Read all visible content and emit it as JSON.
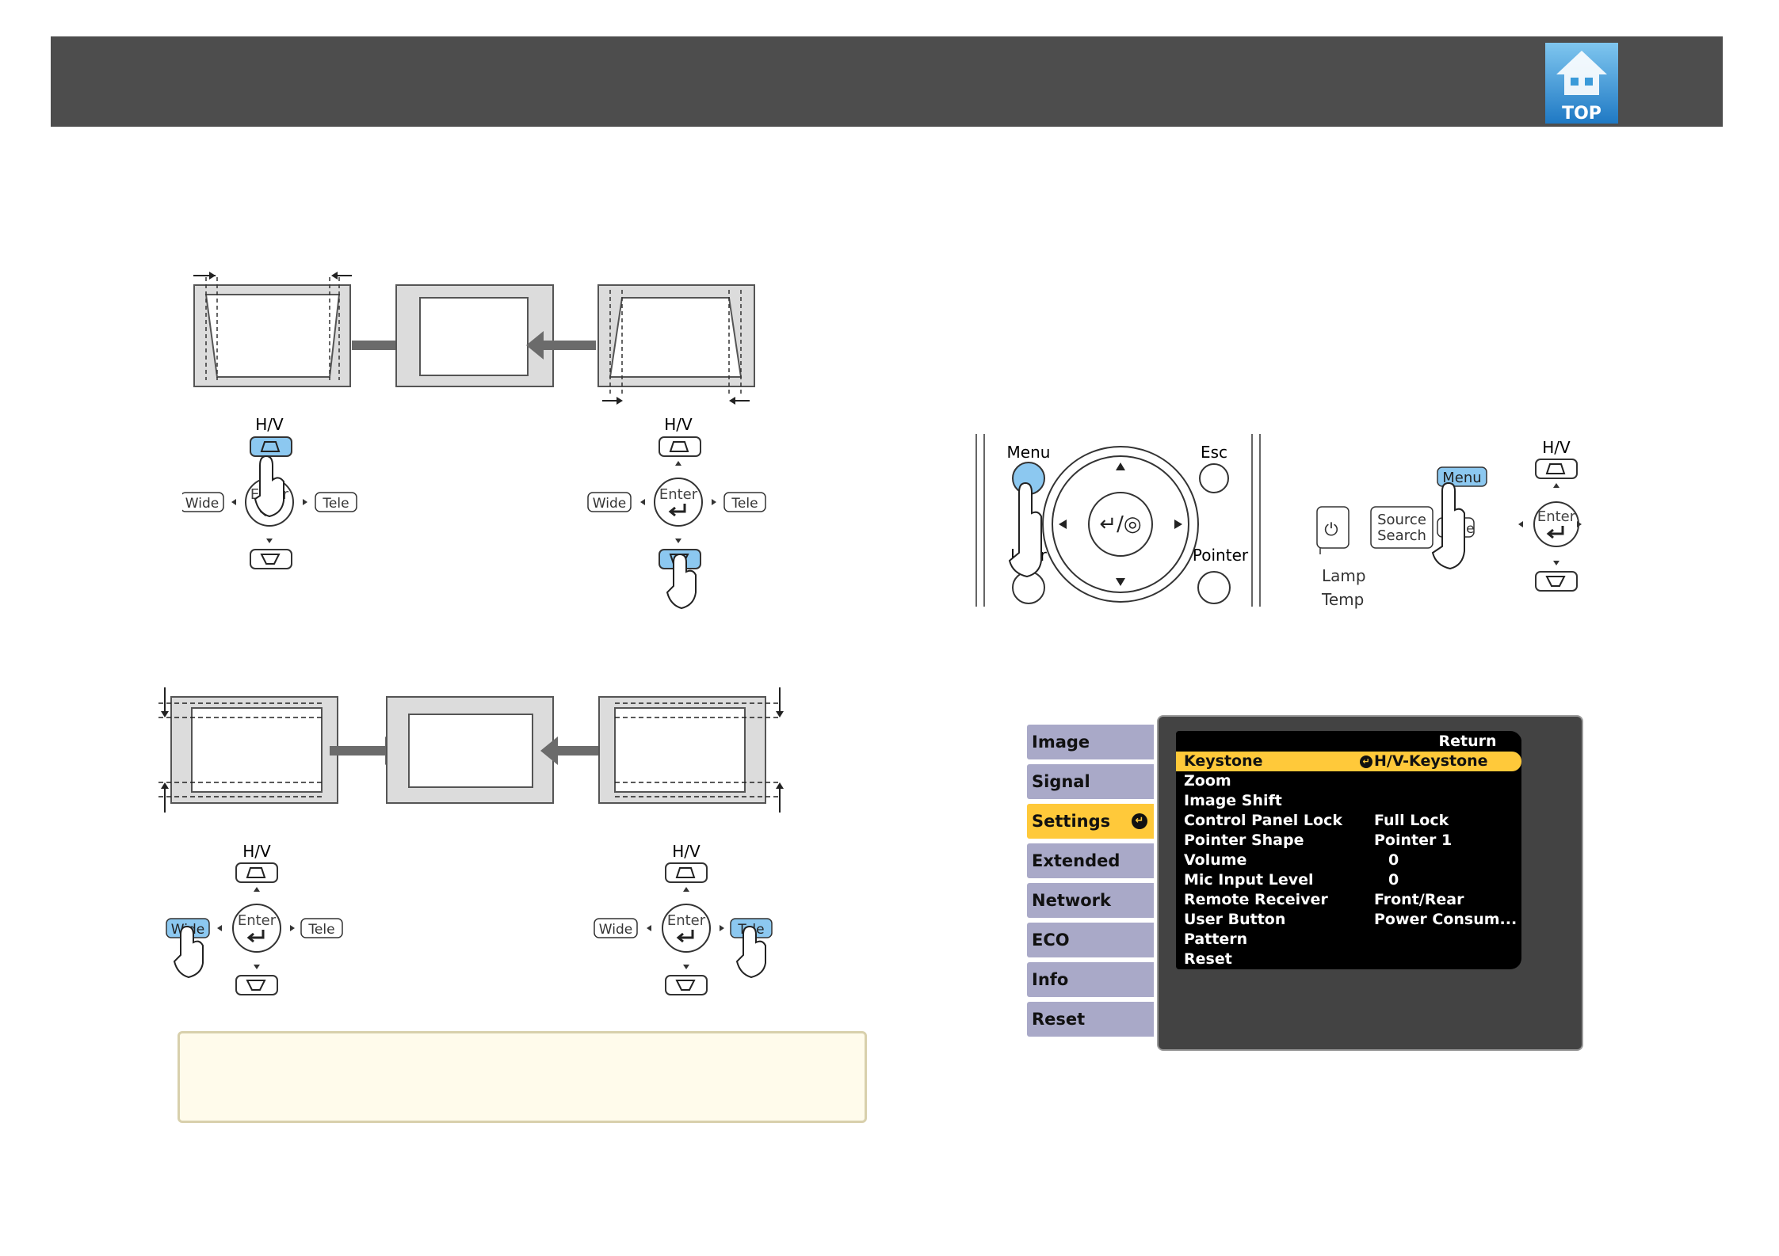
{
  "header": {
    "top_button_label": "TOP",
    "icon": "home-icon"
  },
  "remote_labels": {
    "hv": "H/V",
    "wide": "Wide",
    "tele": "Tele",
    "enter": "Enter"
  },
  "control_panel": {
    "menu": "Menu",
    "esc": "Esc",
    "user": "User",
    "pointer": "Pointer",
    "source_search_line1": "Source",
    "source_search_line2": "Search",
    "lamp": "Lamp",
    "temp": "Temp",
    "hv": "H/V",
    "enter": "Enter",
    "menu_remote": "Menu",
    "wide_partial": "Vide"
  },
  "osd_menu": {
    "tabs": [
      {
        "label": "Image"
      },
      {
        "label": "Signal"
      },
      {
        "label": "Settings",
        "active": true
      },
      {
        "label": "Extended"
      },
      {
        "label": "Network"
      },
      {
        "label": "ECO"
      },
      {
        "label": "Info"
      },
      {
        "label": "Reset"
      }
    ],
    "return_label": "Return",
    "items": [
      {
        "label": "Keystone",
        "value": "H/V-Keystone",
        "selected": true
      },
      {
        "label": "Zoom",
        "value": ""
      },
      {
        "label": "Image Shift",
        "value": ""
      },
      {
        "label": "Control Panel Lock",
        "value": "Full Lock"
      },
      {
        "label": "Pointer Shape",
        "value": "Pointer 1"
      },
      {
        "label": "Volume",
        "value": "0"
      },
      {
        "label": "Mic Input Level",
        "value": "0"
      },
      {
        "label": "Remote Receiver",
        "value": "Front/Rear"
      },
      {
        "label": "User Button",
        "value": "Power Consum..."
      },
      {
        "label": "Pattern",
        "value": ""
      },
      {
        "label": "Reset",
        "value": ""
      }
    ]
  },
  "colors": {
    "header_bar": "#4d4d4d",
    "highlight_blue": "#8cc8f0",
    "menu_selected": "#ffc93a",
    "tab_bg": "#a9a9c8",
    "note_bg": "#fffbeb"
  }
}
